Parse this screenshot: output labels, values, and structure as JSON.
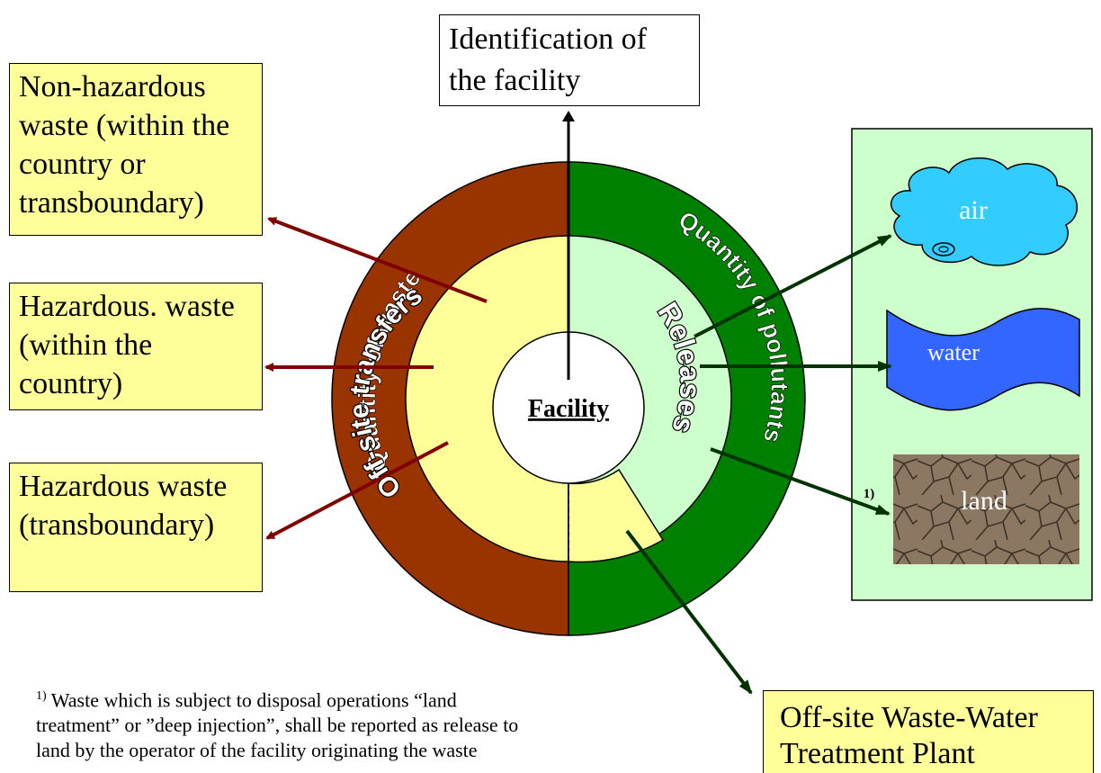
{
  "identification": "Identification of the facility",
  "boxes": {
    "non_hazardous": "Non-hazardous waste (within the country or transboundary)",
    "hazardous_country": "Hazardous. waste (within the country)",
    "hazardous_transboundary": "Hazardous waste (transboundary)",
    "wwtp": "Off-site Waste-Water Treatment Plant"
  },
  "circle": {
    "center": "Facility",
    "left_outer": "Quantity of waste",
    "left_inner": "Off-site transfers",
    "right_outer": "Quantity of pollutants",
    "right_inner": "Releases"
  },
  "media": {
    "air": "air",
    "water": "water",
    "land": "land",
    "land_note": "1)"
  },
  "footnote": {
    "marker": "1)",
    "text": "Waste which is subject to disposal operations “land treatment” or ”deep injection”, shall be reported as release to land by the operator of the facility originating the waste"
  },
  "colors": {
    "waste_ring": "#993300",
    "pollutant_ring": "#008000",
    "transfer_ring": "#ffff99",
    "release_ring": "#ccffcc",
    "media_panel": "#ccffcc",
    "air": "#33ccff",
    "water": "#3366ff",
    "land": "#8a7560"
  }
}
